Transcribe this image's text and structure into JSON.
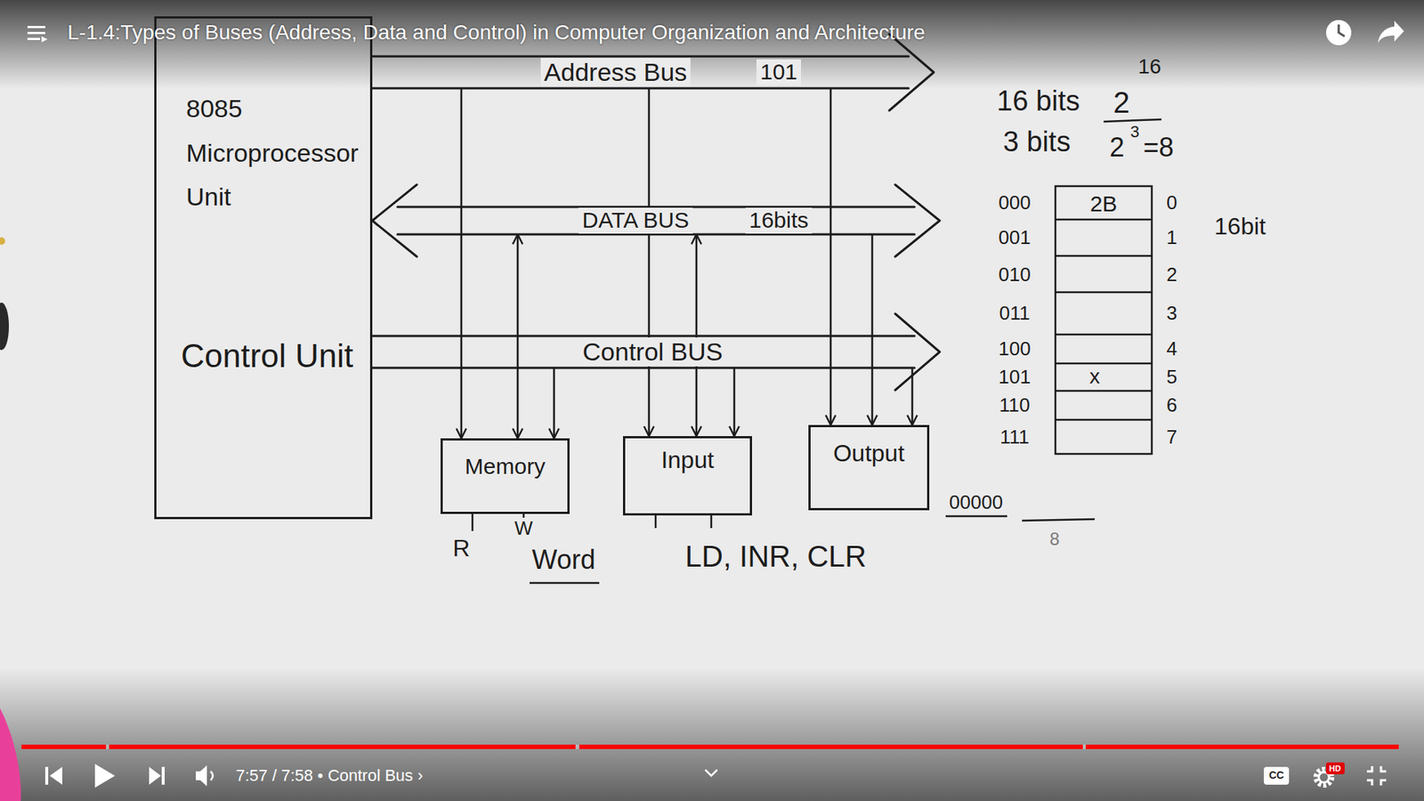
{
  "diagram": {
    "title": "L-1.4:Types of Buses (Address, Data and Control) in Computer Organization and Architecture",
    "nodes": [
      {
        "text": [
          "8085 Microprocessor Unit",
          "Control Unit"
        ]
      },
      {
        "text": [
          "Address Bus",
          "101"
        ]
      },
      {
        "text": [
          "DATA BUS",
          "16bits"
        ]
      },
      {
        "text": [
          "Control BUS"
        ]
      },
      {
        "text": [
          "Memory"
        ]
      },
      {
        "text": [
          "Input"
        ]
      },
      {
        "text": [
          "Output"
        ]
      }
    ],
    "edges": [
      {
        "from": 1,
        "to": 4,
        "arrow": "to"
      },
      {
        "from": 1,
        "to": 5,
        "arrow": "to"
      },
      {
        "from": 1,
        "to": 6,
        "arrow": "to"
      },
      {
        "from": 2,
        "to": 4,
        "arrow": "both"
      },
      {
        "from": 2,
        "to": 5,
        "arrow": "both"
      },
      {
        "from": 2,
        "to": 6,
        "arrow": "to"
      },
      {
        "from": 3,
        "to": 4,
        "arrow": "to"
      },
      {
        "from": 3,
        "to": 5,
        "arrow": "to"
      },
      {
        "from": 3,
        "to": 6,
        "arrow": "to"
      }
    ],
    "labels": [
      "R",
      "W",
      "Word",
      "LD, INR, CLR",
      "16 bits",
      "2",
      "16",
      "3 bits",
      "2",
      "3",
      "=8",
      "000",
      "001",
      "010",
      "011",
      "100",
      "101",
      "110",
      "111",
      "2B",
      "x",
      "0",
      "1",
      "2",
      "3",
      "4",
      "5",
      "6",
      "7",
      "16bit",
      "00000",
      "8",
      "7:57 / 7:58 • Control Bus ›",
      "CC",
      "HD"
    ]
  }
}
